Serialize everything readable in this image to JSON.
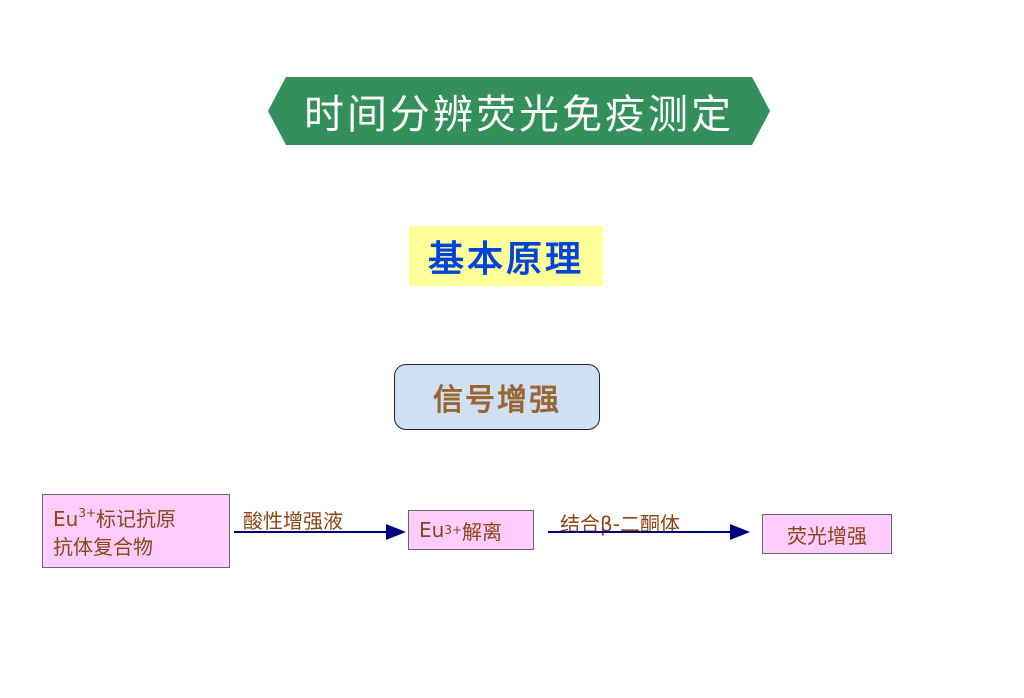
{
  "title": "时间分辨荧光免疫测定",
  "principle": "基本原理",
  "signal_box": "信号增强",
  "flow": {
    "box1": {
      "prefix": "Eu",
      "sup": "3+",
      "line1_rest": "标记抗原",
      "line2": "抗体复合物"
    },
    "arrow1_label": "酸性增强液",
    "box2": {
      "prefix": "Eu",
      "sup": "3+",
      "rest": "解离"
    },
    "arrow2_label": "结合β-二酮体",
    "box3": "荧光增强"
  },
  "colors": {
    "banner": "#2e8b57",
    "principle_bg": "#ffff99",
    "principle_text": "#0044dd",
    "signal_bg": "#cfe0f2",
    "flow_box_bg": "#ffccff",
    "flow_text": "#8b4513",
    "arrow": "#000080"
  }
}
